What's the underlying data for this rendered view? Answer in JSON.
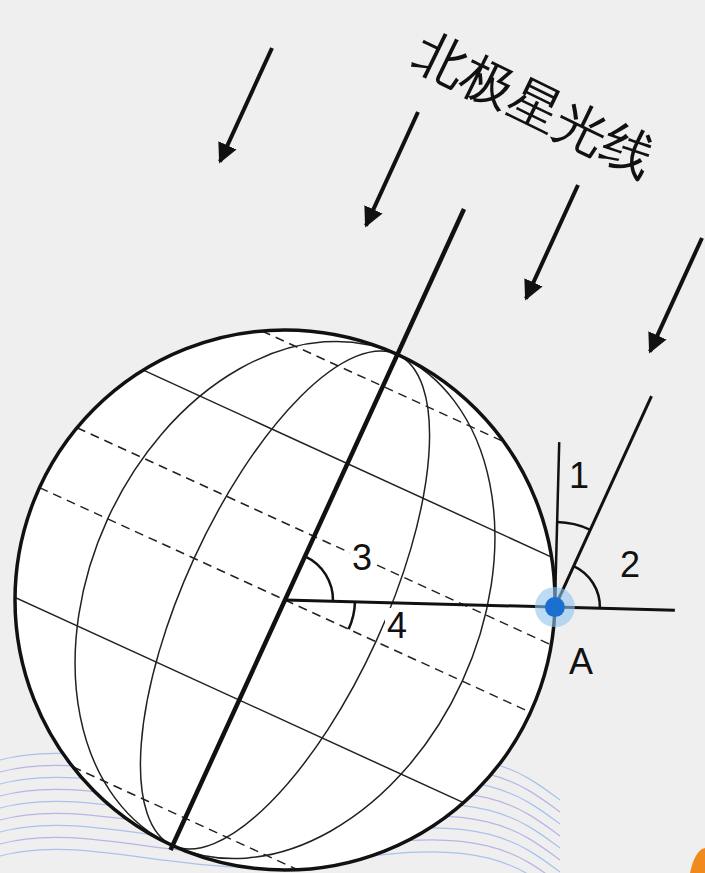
{
  "diagram": {
    "labels": [
      "北极星光线",
      "1",
      "2",
      "3",
      "4",
      "A"
    ]
  }
}
